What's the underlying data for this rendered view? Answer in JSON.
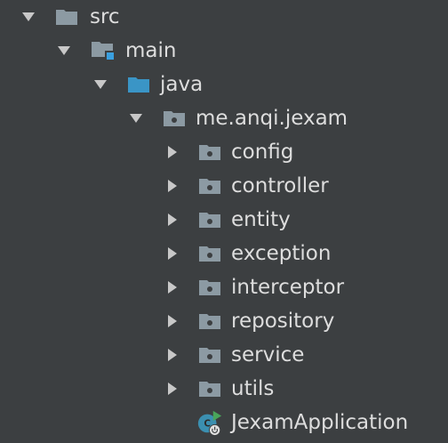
{
  "colors": {
    "background": "#3c3f41",
    "text": "#dddddd",
    "arrow": "#c8c8c8",
    "folder": "#8c9aa3",
    "source_folder": "#3a95c6",
    "module_badge": "#3aa0e0",
    "app_icon": "#3b8fb0",
    "run_badge": "#49a55a"
  },
  "tree": {
    "nodes": [
      {
        "label": "src",
        "icon": "folder-icon",
        "expanded": true,
        "level": 0
      },
      {
        "label": "main",
        "icon": "module-folder-icon",
        "expanded": true,
        "level": 1
      },
      {
        "label": "java",
        "icon": "source-folder-icon",
        "expanded": true,
        "level": 2
      },
      {
        "label": "me.anqi.jexam",
        "icon": "package-icon",
        "expanded": true,
        "level": 3
      },
      {
        "label": "config",
        "icon": "package-icon",
        "expanded": false,
        "level": 4
      },
      {
        "label": "controller",
        "icon": "package-icon",
        "expanded": false,
        "level": 4
      },
      {
        "label": "entity",
        "icon": "package-icon",
        "expanded": false,
        "level": 4
      },
      {
        "label": "exception",
        "icon": "package-icon",
        "expanded": false,
        "level": 4
      },
      {
        "label": "interceptor",
        "icon": "package-icon",
        "expanded": false,
        "level": 4
      },
      {
        "label": "repository",
        "icon": "package-icon",
        "expanded": false,
        "level": 4
      },
      {
        "label": "service",
        "icon": "package-icon",
        "expanded": false,
        "level": 4
      },
      {
        "label": "utils",
        "icon": "package-icon",
        "expanded": false,
        "level": 4
      },
      {
        "label": "JexamApplication",
        "icon": "spring-boot-application-icon",
        "expanded": null,
        "level": 4
      }
    ]
  }
}
